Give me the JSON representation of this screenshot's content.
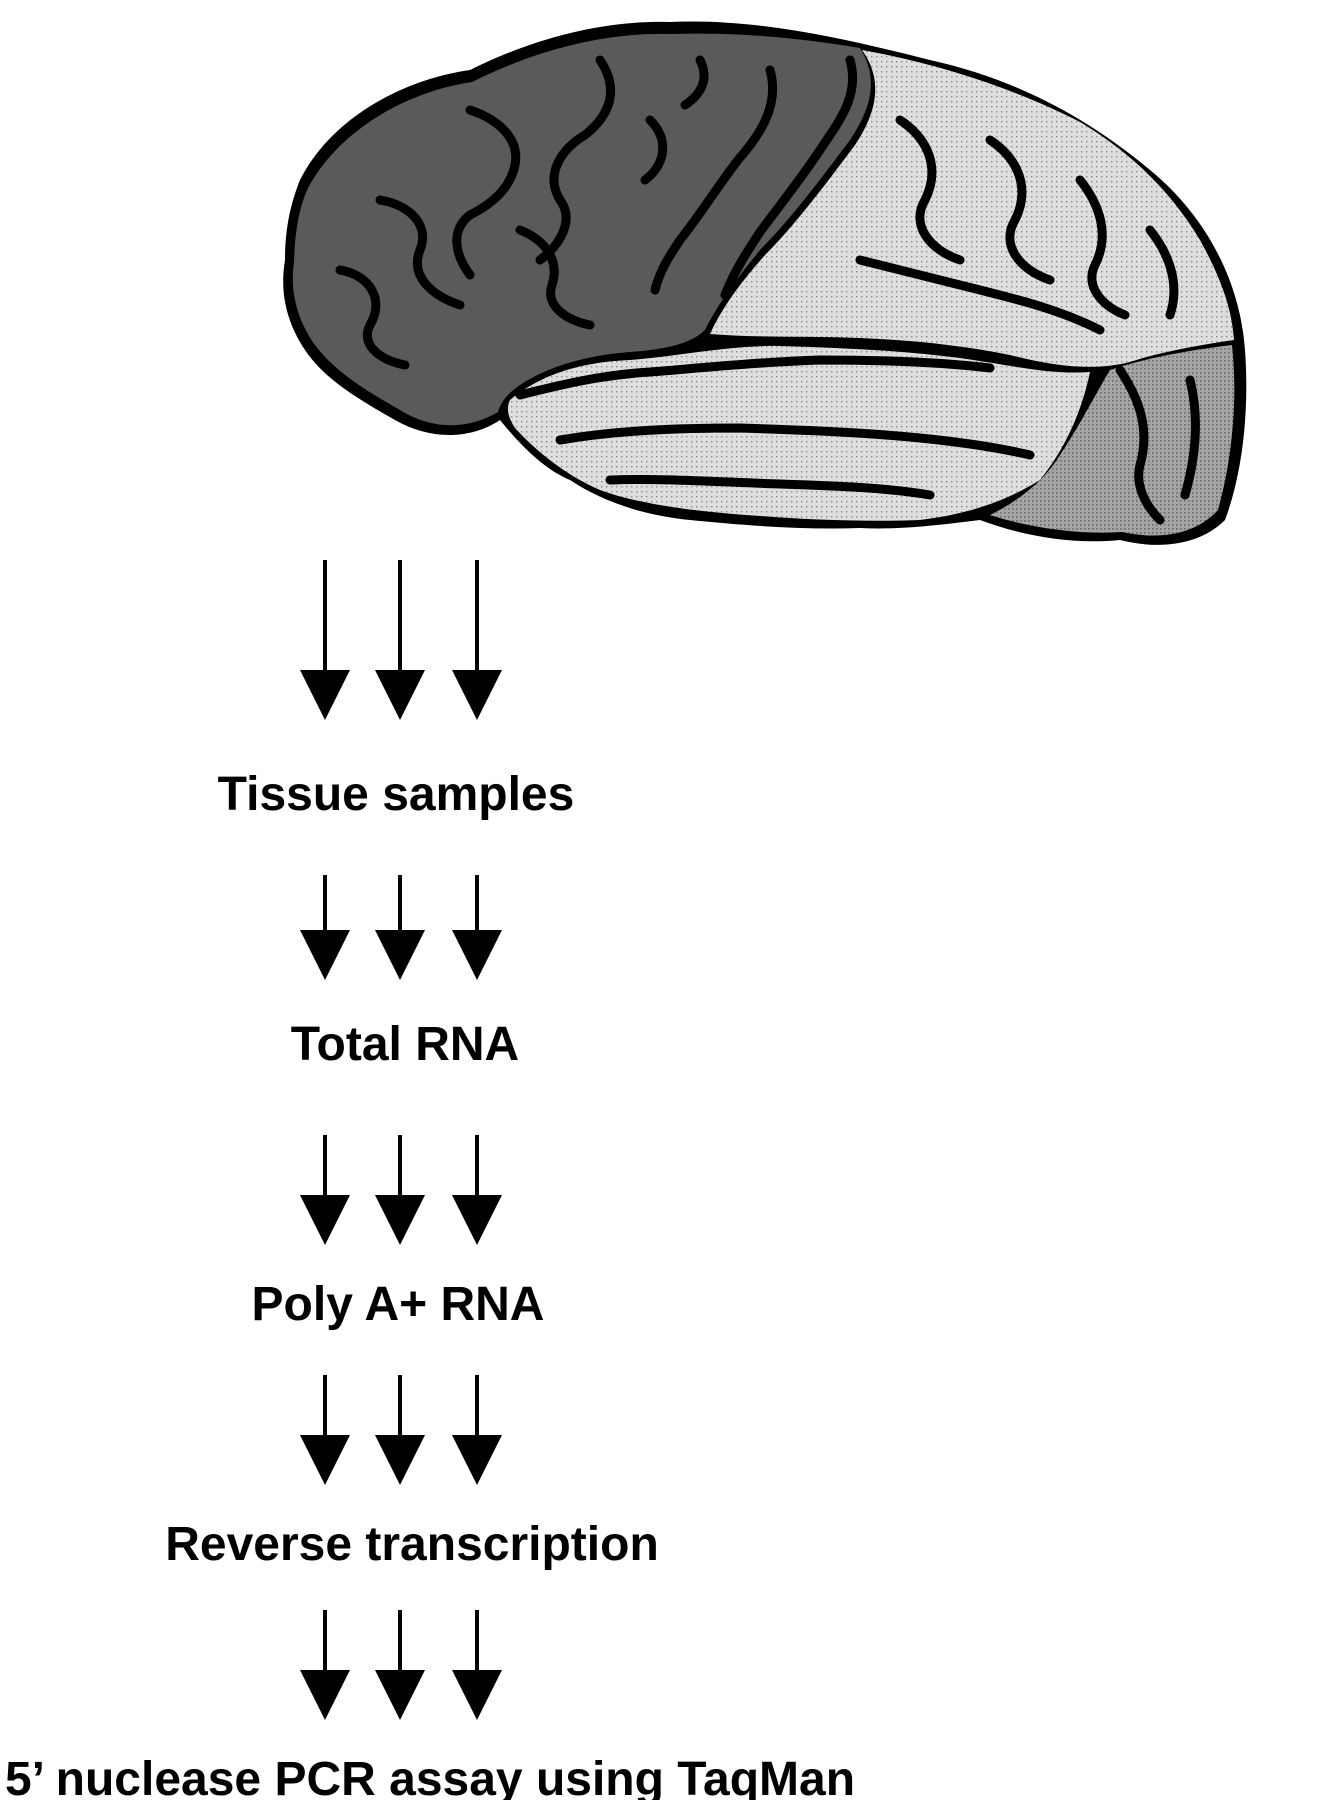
{
  "diagram": {
    "steps": [
      {
        "label": "Tissue samples"
      },
      {
        "label": "Total RNA"
      },
      {
        "label": "Poly A+ RNA"
      },
      {
        "label": "Reverse transcription"
      },
      {
        "label": "5’ nuclease PCR assay using TaqMan"
      }
    ]
  },
  "colors": {
    "frontal_lobe": "#5a5a5a",
    "parietal_temporal": "#d2d2d2",
    "occipital_lobe": "#9c9c9c",
    "sulci": "#000000",
    "arrow": "#000000",
    "text": "#000000"
  },
  "icons": {
    "brain": "brain-illustration",
    "arrow": "arrow-down-icon"
  }
}
